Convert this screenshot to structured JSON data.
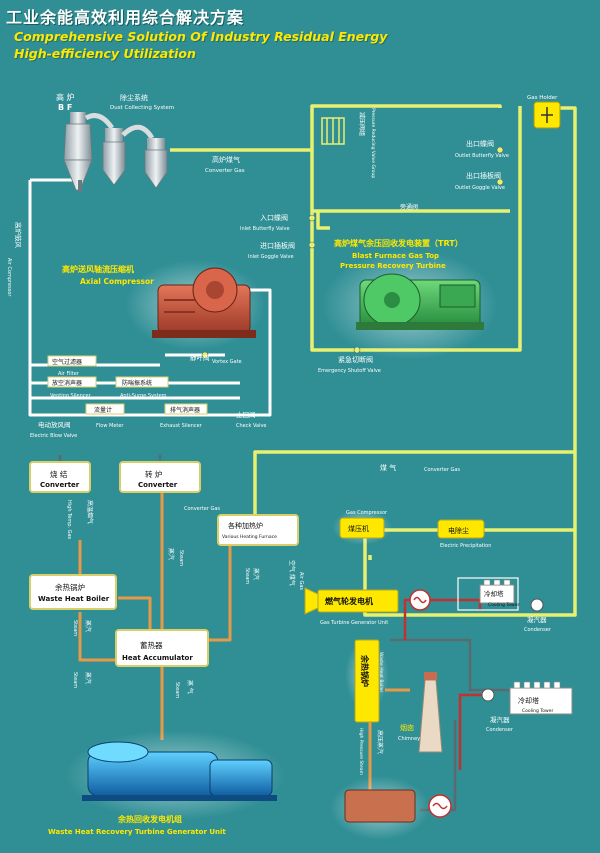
{
  "header": {
    "title_cn": "工业余能高效利用综合解决方案",
    "title_en_line1": "Comprehensive Solution Of Industry Residual Energy",
    "title_en_line2": "High-efficiency Utilization"
  },
  "colors": {
    "background": "#2f8f95",
    "gas_pipe": "#e8f070",
    "air_pipe": "#ffffff",
    "steam_pipe": "#e79a45",
    "box_fill": "#ffffff",
    "box_border": "#d8cf6a",
    "box_text": "#111111",
    "highlight_box": "#ffe800"
  },
  "labels": {
    "bf_cn": "高 炉",
    "bf_en": "B F",
    "dust_cn": "除尘系统",
    "dust_en": "Dust Collecting System",
    "gas_holder_en": "Gas Holder",
    "pressure_cn": "减压阀组",
    "pressure_en": "Pressure Reducing Valve Group",
    "outlet_butterfly_cn": "出口蝶阀",
    "outlet_butterfly_en": "Outlet Butterfly Valve",
    "outlet_goggle_cn": "出口插板阀",
    "outlet_goggle_en": "Outlet Goggle Valve",
    "converter_gas_cn": "高炉煤气",
    "converter_gas_en": "Converter Gas",
    "inlet_butterfly_cn": "入口蝶阀",
    "inlet_butterfly_en": "Inlet Butterfly Valve",
    "inlet_goggle_cn": "进口插板阀",
    "inlet_goggle_en": "Inlet Goggle Valve",
    "bypass_cn": "旁通阀",
    "trt_cn": "高炉煤气余压回收发电装置（TRT）",
    "trt_en1": "Blast Furnace Gas Top",
    "trt_en2": "Pressure Recovery Turbine",
    "emergency_cn": "紧急切断阀",
    "emergency_en": "Emergency Shutoff Valve",
    "axial_cn": "高炉送风轴流压缩机",
    "axial_en": "Axial Compressor",
    "air_compressor_cn": "高炉鼓风",
    "air_compressor_en": "Air Compressor",
    "air_filter_cn": "空气过滤器",
    "air_filter_en": "Air Filter",
    "vortex_cn": "静叶阀",
    "vortex_en": "Vortex Gate",
    "venting_cn": "放空消声器",
    "venting_en": "Venting Silencer",
    "antisurge_cn": "防喘振系统",
    "antisurge_en": "Anti-Surge System",
    "flowmeter_cn": "流量计",
    "flowmeter_en": "Flow Meter",
    "exhaust_cn": "排气消声器",
    "exhaust_en": "Exhaust Silencer",
    "check_cn": "止回阀",
    "check_en": "Check Valve",
    "electric_blow_cn": "电动放风阀",
    "electric_blow_en": "Electric Blow Valve",
    "coal_gas_cn": "煤 气",
    "coal_gas_en": "Converter Gas",
    "sinter_cn": "烧 结",
    "sinter_en": "Converter",
    "converter_cn": "转 炉",
    "converter_en": "Converter",
    "converter_gas2_en": "Converter Gas",
    "heating_furnace_cn": "各种加热炉",
    "heating_furnace_en": "Various Heating Furnace",
    "hightemp_gas_cn": "高温烟气",
    "hightemp_gas_en": "High Temp. Gas",
    "whb_cn": "余热锅炉",
    "whb_en": "Waste Heat Boiler",
    "steam1_cn": "蒸汽",
    "steam1_en": "Steam",
    "steam2_cn": "蒸汽",
    "steam2_en": "Steam",
    "steam3_cn": "蒸汽",
    "steam3_en": "Steam",
    "steam4_cn": "蒸汽",
    "steam4_en": "Steam",
    "steam5_cn": "蒸 气",
    "steam5_en": "Steam",
    "airgas_cn": "空气 煤气",
    "airgas_en": "Air Gas",
    "accumulator_cn": "蓄热器",
    "accumulator_en": "Heat Accumulator",
    "compressor_cn": "煤压机",
    "compressor_en": "Gas Compressor",
    "precip_cn": "电除尘",
    "precip_en": "Electric Precipitation",
    "gas_turbine_cn": "燃气轮发电机",
    "gas_turbine_en": "Gas Turbine Generator Unit",
    "cooling_cn": "冷却塔",
    "cooling_en": "Cooling Tower",
    "condenser_cn": "凝汽器",
    "condenser_en": "Condenser",
    "cooling2_cn": "冷却塔",
    "cooling2_en": "Cooling Tower",
    "condenser2_cn": "凝汽器",
    "condenser2_en": "Condenser",
    "recovery_boiler_cn": "余热锅炉",
    "recovery_boiler_en": "Waste Heat Boiler",
    "chimney_cn": "烟囱",
    "chimney_en": "Chimney",
    "hp_steam_cn": "高压蒸汽",
    "hp_steam_en": "High Pressure Steam",
    "whrtg_cn": "余热回收发电机组",
    "whrtg_en": "Waste Heat Recovery Turbine Generator Unit"
  }
}
